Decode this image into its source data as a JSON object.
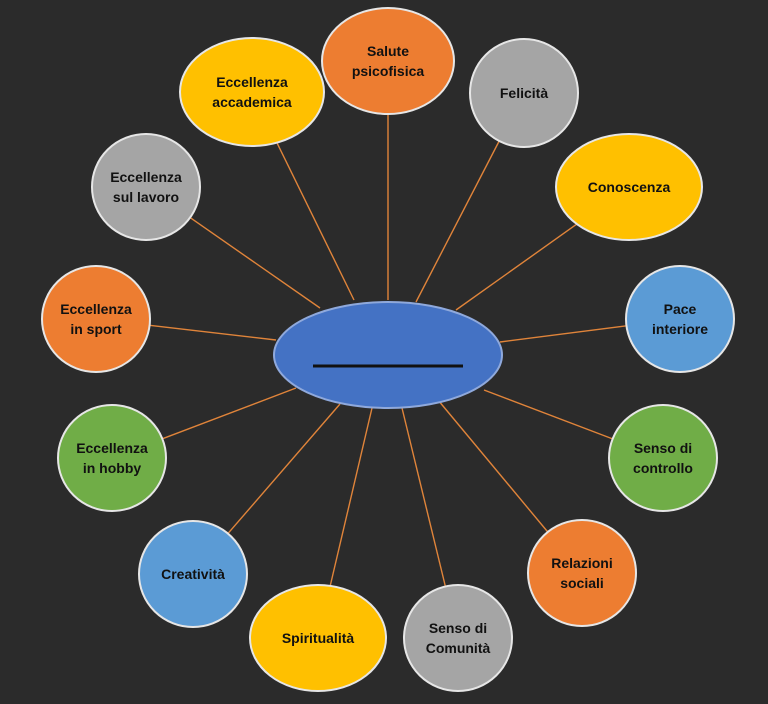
{
  "colors": {
    "background": "#2b2b2b",
    "connector": "#e0843a",
    "node_stroke": "#e6e6e6",
    "center_fill": "#4472c4",
    "center_stroke": "#8fa9dc",
    "center_underline": "#111111",
    "orange": "#ed7d31",
    "gold": "#ffc000",
    "gray": "#a5a5a5",
    "blue": "#5b9bd5",
    "green": "#70ad47"
  },
  "center": {
    "label": "",
    "has_blank_underline": true
  },
  "nodes": [
    {
      "id": "salute-psicofisica",
      "lines": [
        "Salute",
        "psicofisica"
      ],
      "color": "orange"
    },
    {
      "id": "felicita",
      "lines": [
        "Felicità"
      ],
      "color": "gray"
    },
    {
      "id": "conoscenza",
      "lines": [
        "Conoscenza"
      ],
      "color": "gold"
    },
    {
      "id": "pace-interiore",
      "lines": [
        "Pace",
        "interiore"
      ],
      "color": "blue"
    },
    {
      "id": "senso-di-controllo",
      "lines": [
        "Senso di",
        "controllo"
      ],
      "color": "green"
    },
    {
      "id": "relazioni-sociali",
      "lines": [
        "Relazioni",
        "sociali"
      ],
      "color": "orange"
    },
    {
      "id": "senso-di-comunita",
      "lines": [
        "Senso di",
        "Comunità"
      ],
      "color": "gray"
    },
    {
      "id": "spiritualita",
      "lines": [
        "Spiritualità"
      ],
      "color": "gold"
    },
    {
      "id": "creativita",
      "lines": [
        "Creatività"
      ],
      "color": "blue"
    },
    {
      "id": "eccellenza-in-hobby",
      "lines": [
        "Eccellenza",
        "in hobby"
      ],
      "color": "green"
    },
    {
      "id": "eccellenza-in-sport",
      "lines": [
        "Eccellenza",
        "in sport"
      ],
      "color": "orange"
    },
    {
      "id": "eccellenza-sul-lavoro",
      "lines": [
        "Eccellenza",
        "sul lavoro"
      ],
      "color": "gray"
    },
    {
      "id": "eccellenza-accademica",
      "lines": [
        "Eccellenza",
        "accademica"
      ],
      "color": "gold"
    }
  ]
}
